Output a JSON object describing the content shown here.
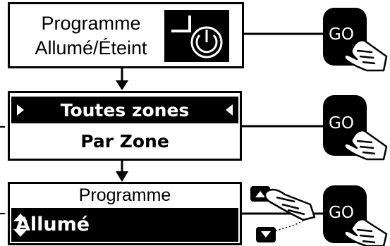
{
  "step1": {
    "line1": "Programme",
    "line2": "Allumé/Éteint",
    "icon": "power-timer-icon"
  },
  "step2": {
    "selected": "Toutes zones",
    "option": "Par Zone"
  },
  "step3": {
    "header": "Programme",
    "value": "Allumé"
  },
  "go_button": {
    "label": "GO"
  },
  "icons": [
    "hand-press-icon",
    "up-arrow-key-icon",
    "down-arrow-key-icon",
    "chevron-left-icon",
    "chevron-right-icon",
    "up-down-arrows-icon"
  ]
}
